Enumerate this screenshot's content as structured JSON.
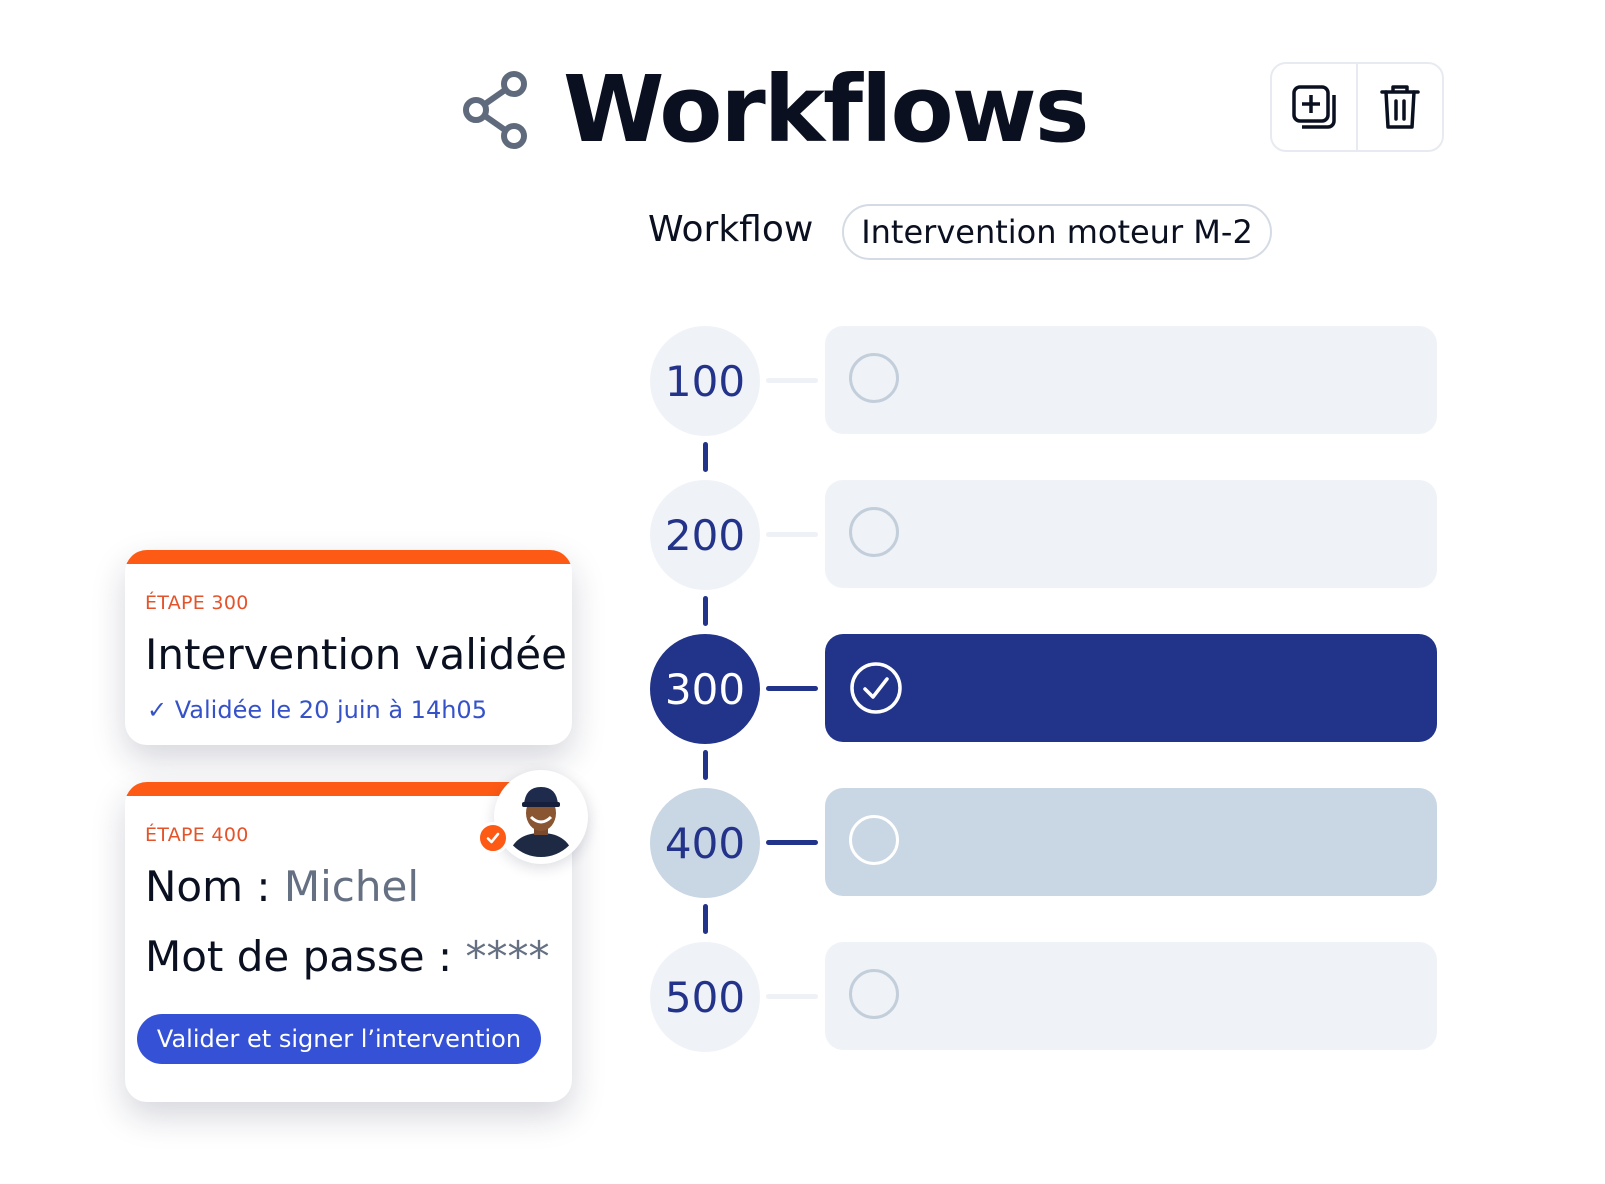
{
  "header": {
    "title": "Workflows",
    "icon": "share-nodes-icon",
    "toolbar": [
      {
        "name": "add-copy-button",
        "icon": "add-square-icon"
      },
      {
        "name": "delete-button",
        "icon": "trash-icon"
      }
    ]
  },
  "workflow": {
    "label": "Workflow",
    "selected": "Intervention moteur M-2"
  },
  "steps": [
    {
      "number": "100",
      "state": "idle"
    },
    {
      "number": "200",
      "state": "idle"
    },
    {
      "number": "300",
      "state": "done"
    },
    {
      "number": "400",
      "state": "pending"
    },
    {
      "number": "500",
      "state": "idle"
    }
  ],
  "card_300": {
    "tag": "ÉTAPE 300",
    "title": "Intervention validée",
    "status": "✓ Validée le 20 juin à 14h05"
  },
  "card_400": {
    "tag": "ÉTAPE 400",
    "name_label": "Nom : ",
    "name_value": "Michel",
    "password_label": "Mot de passe : ",
    "password_value": "****",
    "button": "Valider et signer l’intervention"
  },
  "colors": {
    "accent": "#fd5a15",
    "primary": "#22348a",
    "button": "#3552d6",
    "muted": "#eff2f7",
    "pending": "#c9d6e3"
  }
}
